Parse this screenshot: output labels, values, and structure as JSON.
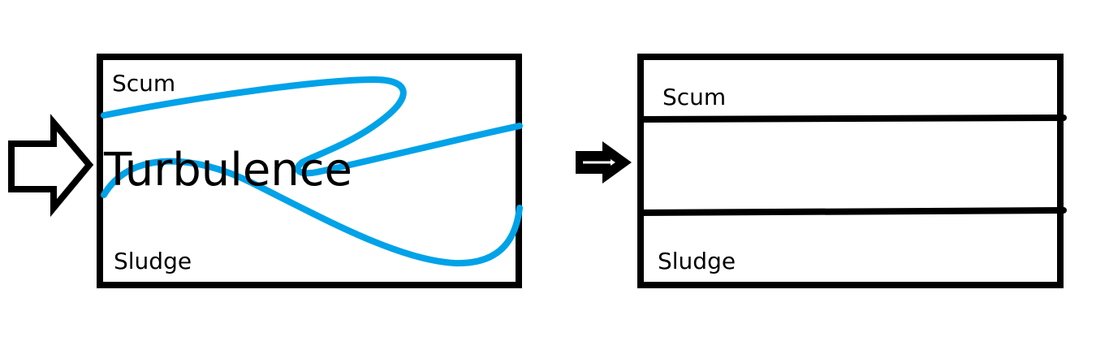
{
  "left_panel": {
    "title": "Turbulent tank",
    "labels": {
      "top": "Scum",
      "middle": "Turbulence",
      "bottom": "Sludge"
    },
    "flow_icon": "hollow-arrow-right-icon",
    "turbulence_line_color": "#00a2e8"
  },
  "right_panel": {
    "title": "Layered tank",
    "labels": {
      "top": "Scum",
      "bottom": "Sludge"
    },
    "flow_icon": "solid-arrow-right-icon",
    "layer_count": 3
  },
  "colors": {
    "outline": "#000000",
    "turbulence": "#00a2e8",
    "background": "#ffffff"
  }
}
